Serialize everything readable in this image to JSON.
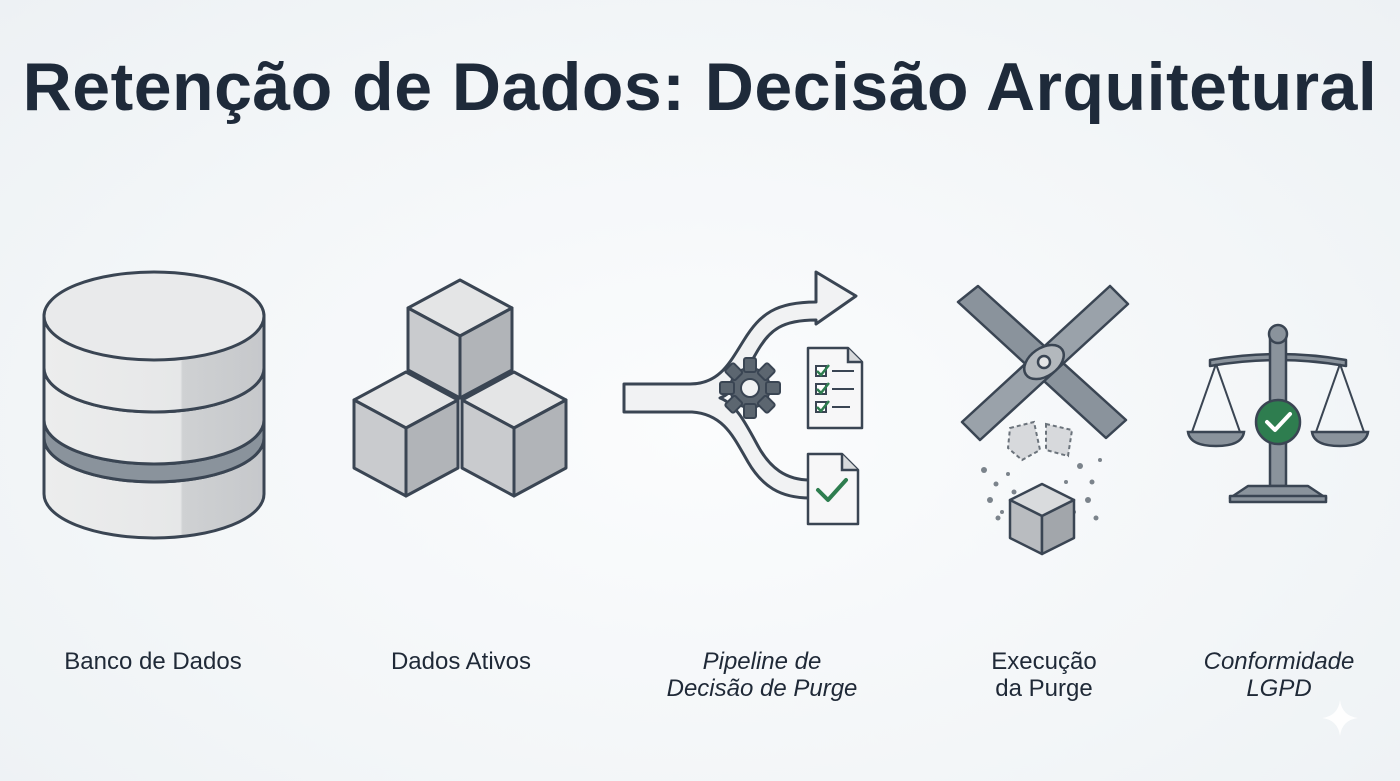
{
  "title": "Retenção de Dados: Decisão Arquitetural",
  "colors": {
    "title": "#1e2a3a",
    "stroke": "#3a4553",
    "light_fill": "#e2e4e6",
    "mid_fill": "#bdbfc2",
    "dark_fill": "#8a939c",
    "check_green": "#2e7d4f"
  },
  "items": [
    {
      "icon": "database-icon",
      "caption_lines": [
        "Banco de Dados"
      ],
      "italic": false
    },
    {
      "icon": "cubes-icon",
      "caption_lines": [
        "Dados Ativos"
      ],
      "italic": false
    },
    {
      "icon": "pipeline-icon",
      "caption_lines": [
        "Pipeline de",
        "Decisão de Purge"
      ],
      "italic": true
    },
    {
      "icon": "scissors-icon",
      "caption_lines": [
        "Execução",
        "da Purge"
      ],
      "italic": false
    },
    {
      "icon": "scales-icon",
      "caption_lines": [
        "Conformidade",
        "LGPD"
      ],
      "italic": true
    }
  ]
}
